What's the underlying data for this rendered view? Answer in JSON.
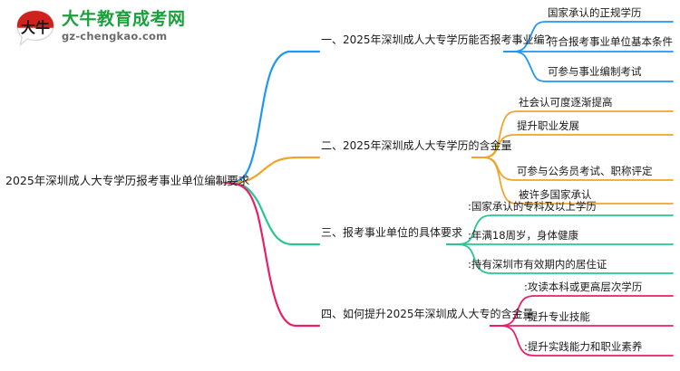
{
  "logo": {
    "mark_text": "大牛",
    "title": "大牛教育成考网",
    "subtitle": "gz-chengkao.com",
    "title_color": "#1aa03c",
    "mark_color": "#d0211c"
  },
  "mindmap": {
    "root": {
      "label": "2025年深圳成人大专学历报考事业单位编制要求"
    },
    "branches": [
      {
        "label": "一、2025年深圳成人大专学历能否报考事业编？",
        "color": "#2196f3",
        "children": [
          {
            "label": "国家承认的正规学历"
          },
          {
            "label": "符合报考事业单位基本条件"
          },
          {
            "label": "可参与事业编制考试"
          }
        ]
      },
      {
        "label": "二、2025年深圳成人大专学历的含金量",
        "color": "#f0a42a",
        "children": [
          {
            "label": "社会认可度逐渐提高"
          },
          {
            "label": "提升职业发展"
          },
          {
            "label": "可参与公务员考试、职称评定"
          },
          {
            "label": "被许多国家承认"
          }
        ]
      },
      {
        "label": "三、报考事业单位的具体要求",
        "color": "#28c78d",
        "children": [
          {
            "label": ":国家承认的专科及以上学历"
          },
          {
            "label": ":年满18周岁，身体健康"
          },
          {
            "label": ":持有深圳市有效期内的居住证"
          }
        ]
      },
      {
        "label": "四、如何提升2025年深圳成人大专的含金量",
        "color": "#ea1e69",
        "children": [
          {
            "label": ":攻读本科或更高层次学历"
          },
          {
            "label": ":提升专业技能"
          },
          {
            "label": ":提升实践能力和职业素养"
          }
        ]
      }
    ]
  }
}
